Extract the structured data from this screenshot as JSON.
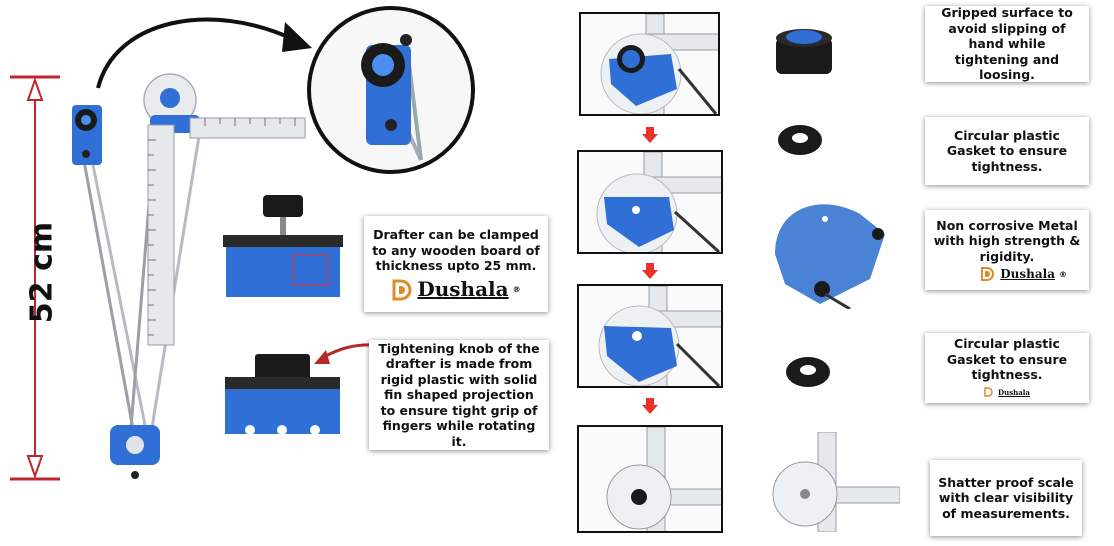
{
  "dimension": {
    "label": "52 cm",
    "color": "#c0272d"
  },
  "brand": {
    "name": "Dushala",
    "registered": "®",
    "color": "#e08a2a"
  },
  "callouts": {
    "clamp": "Drafter can be clamped to any wooden board of thickness upto 25 mm.",
    "knob": "Tightening knob of the drafter is made from rigid plastic with solid fin shaped projection to ensure tight grip of fingers while rotating it.",
    "grip": "Gripped surface to avoid slipping of hand while tightening and loosing.",
    "gasket1": "Circular plastic Gasket to ensure tightness.",
    "metal": "Non corrosive Metal with high strength & rigidity.",
    "gasket2": "Circular plastic Gasket to ensure tightness.",
    "scale": "Shatter proof scale with clear visibility of measurements."
  },
  "colors": {
    "blue": "#2f6fd6",
    "arrow": "#e8322b",
    "dark": "#1a1a1a",
    "steel": "#b7bcc2"
  }
}
